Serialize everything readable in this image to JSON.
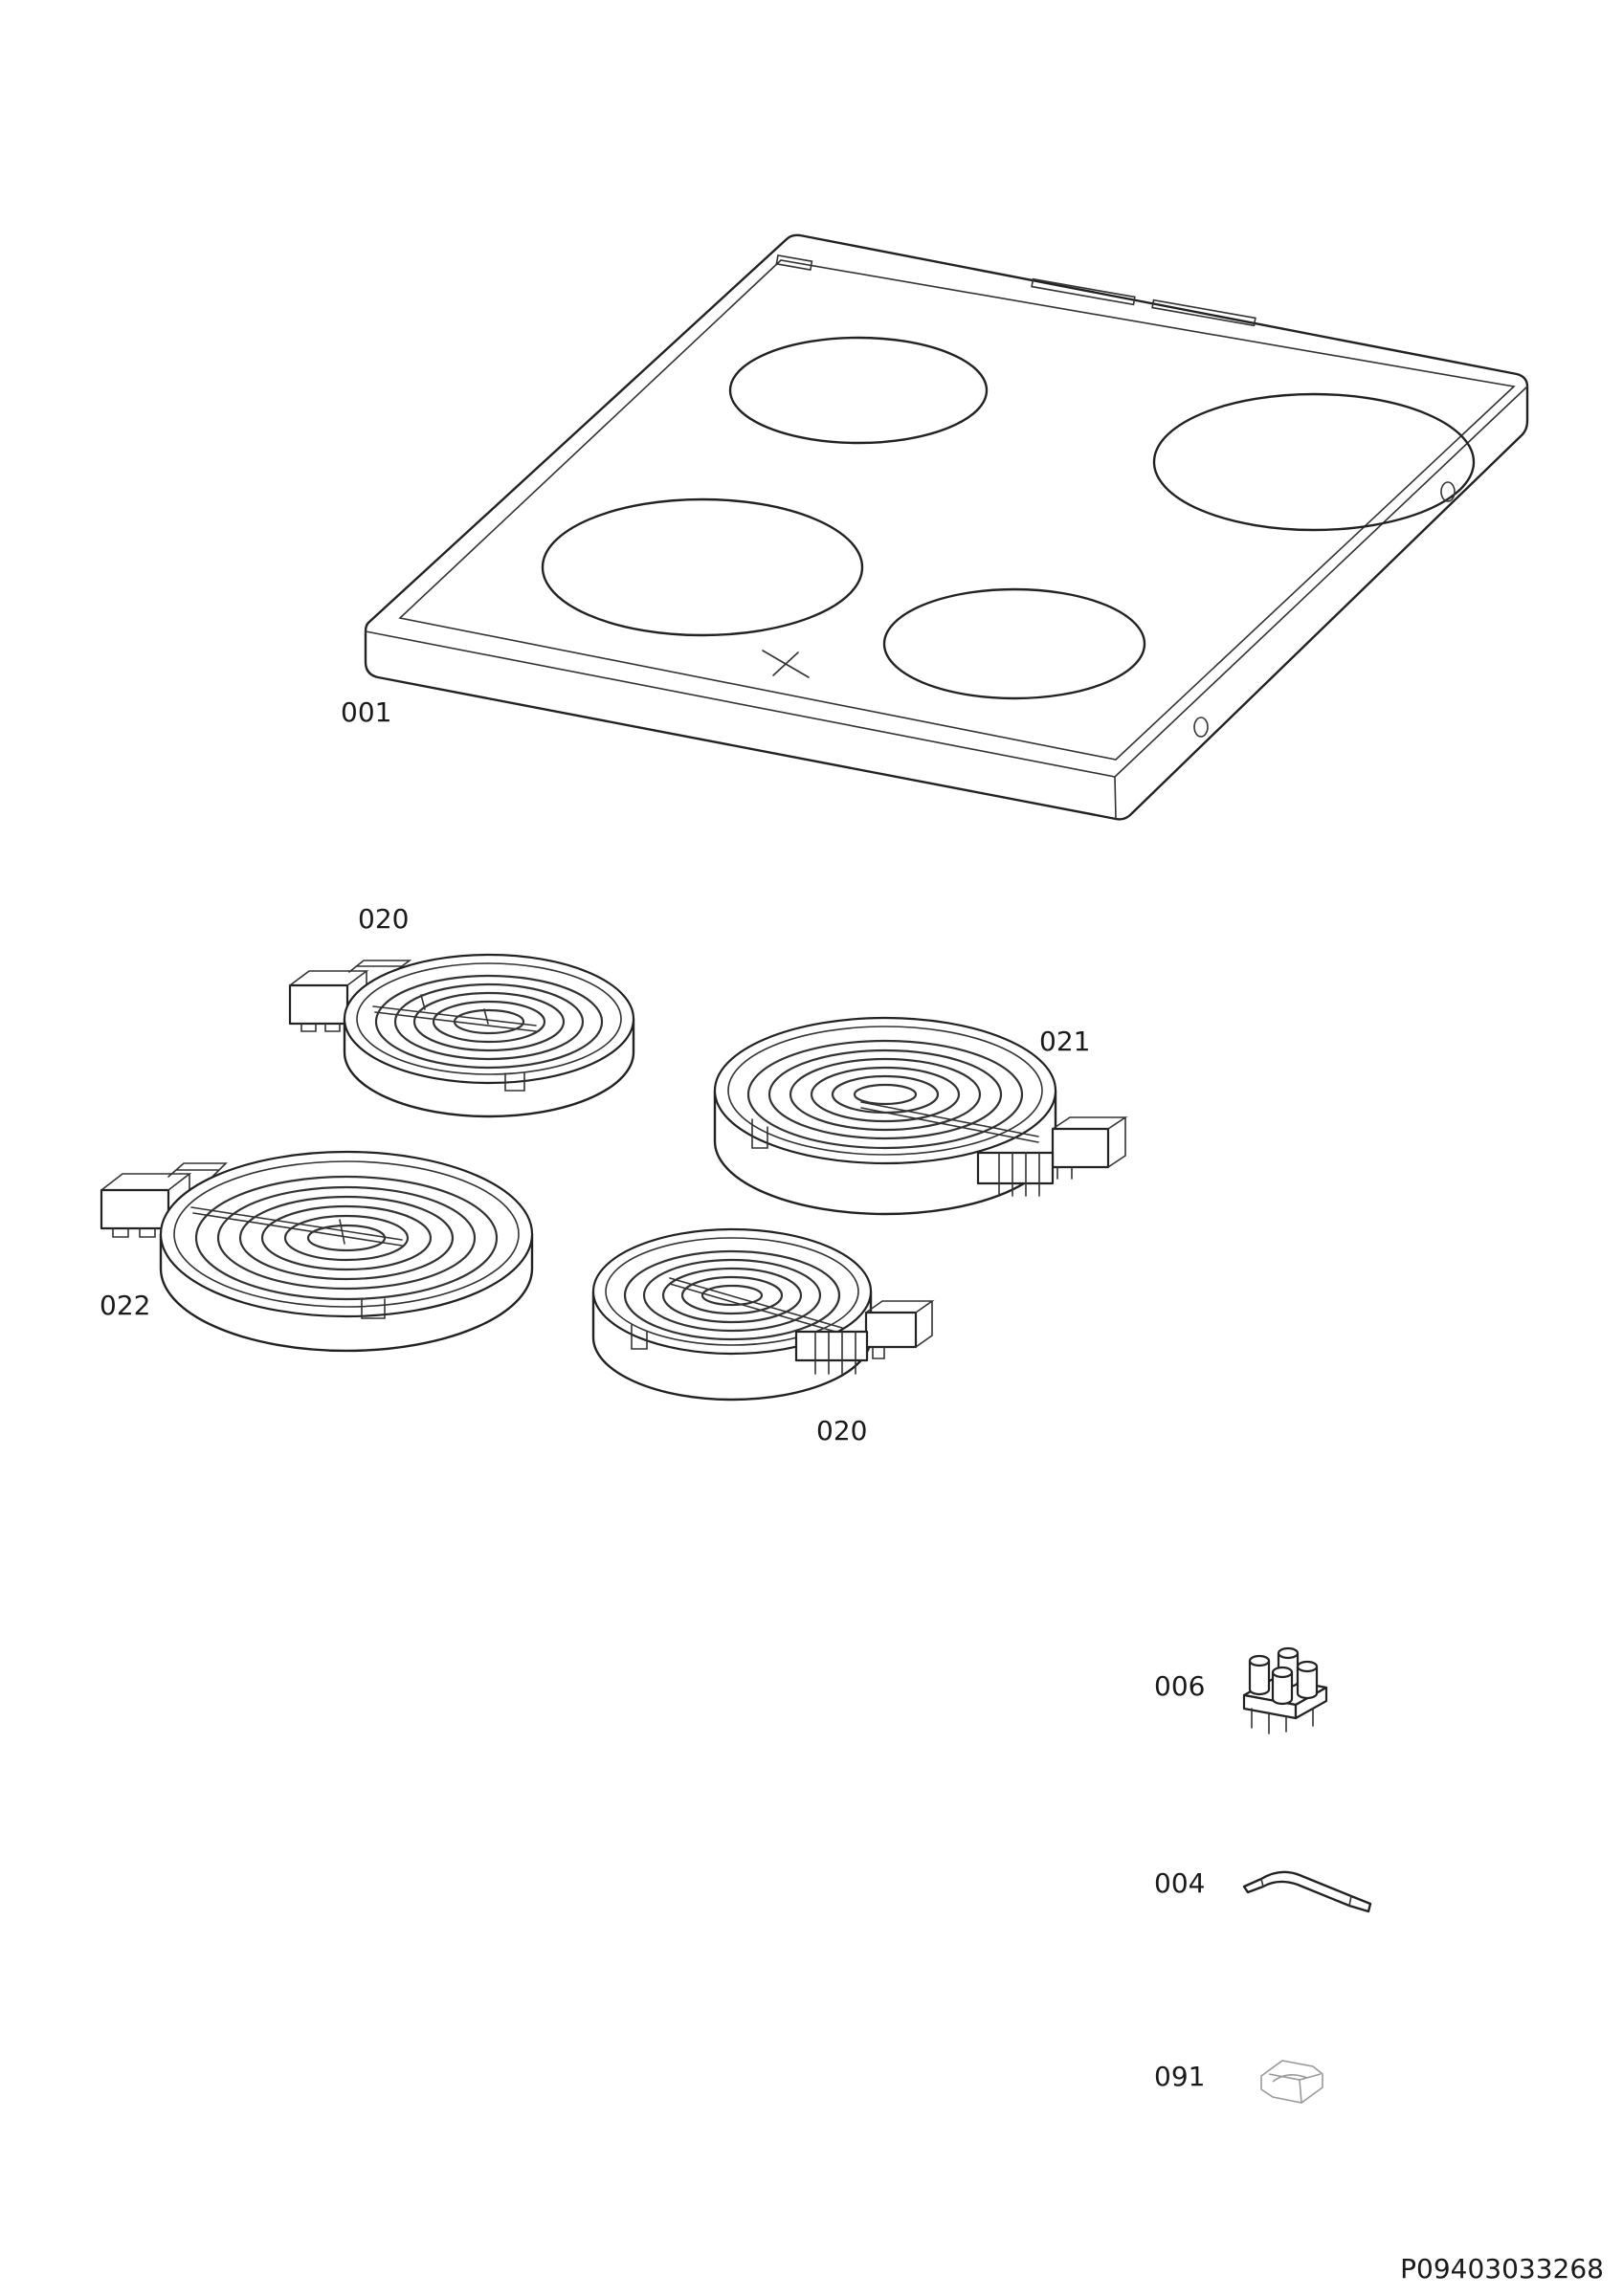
{
  "callouts": {
    "hob_glass": "001",
    "heater_top_left": "020",
    "heater_right": "021",
    "heater_large": "022",
    "heater_bottom": "020",
    "terminal_block": "006",
    "clip": "004",
    "clamp": "091"
  },
  "document_number": "P09403033268"
}
